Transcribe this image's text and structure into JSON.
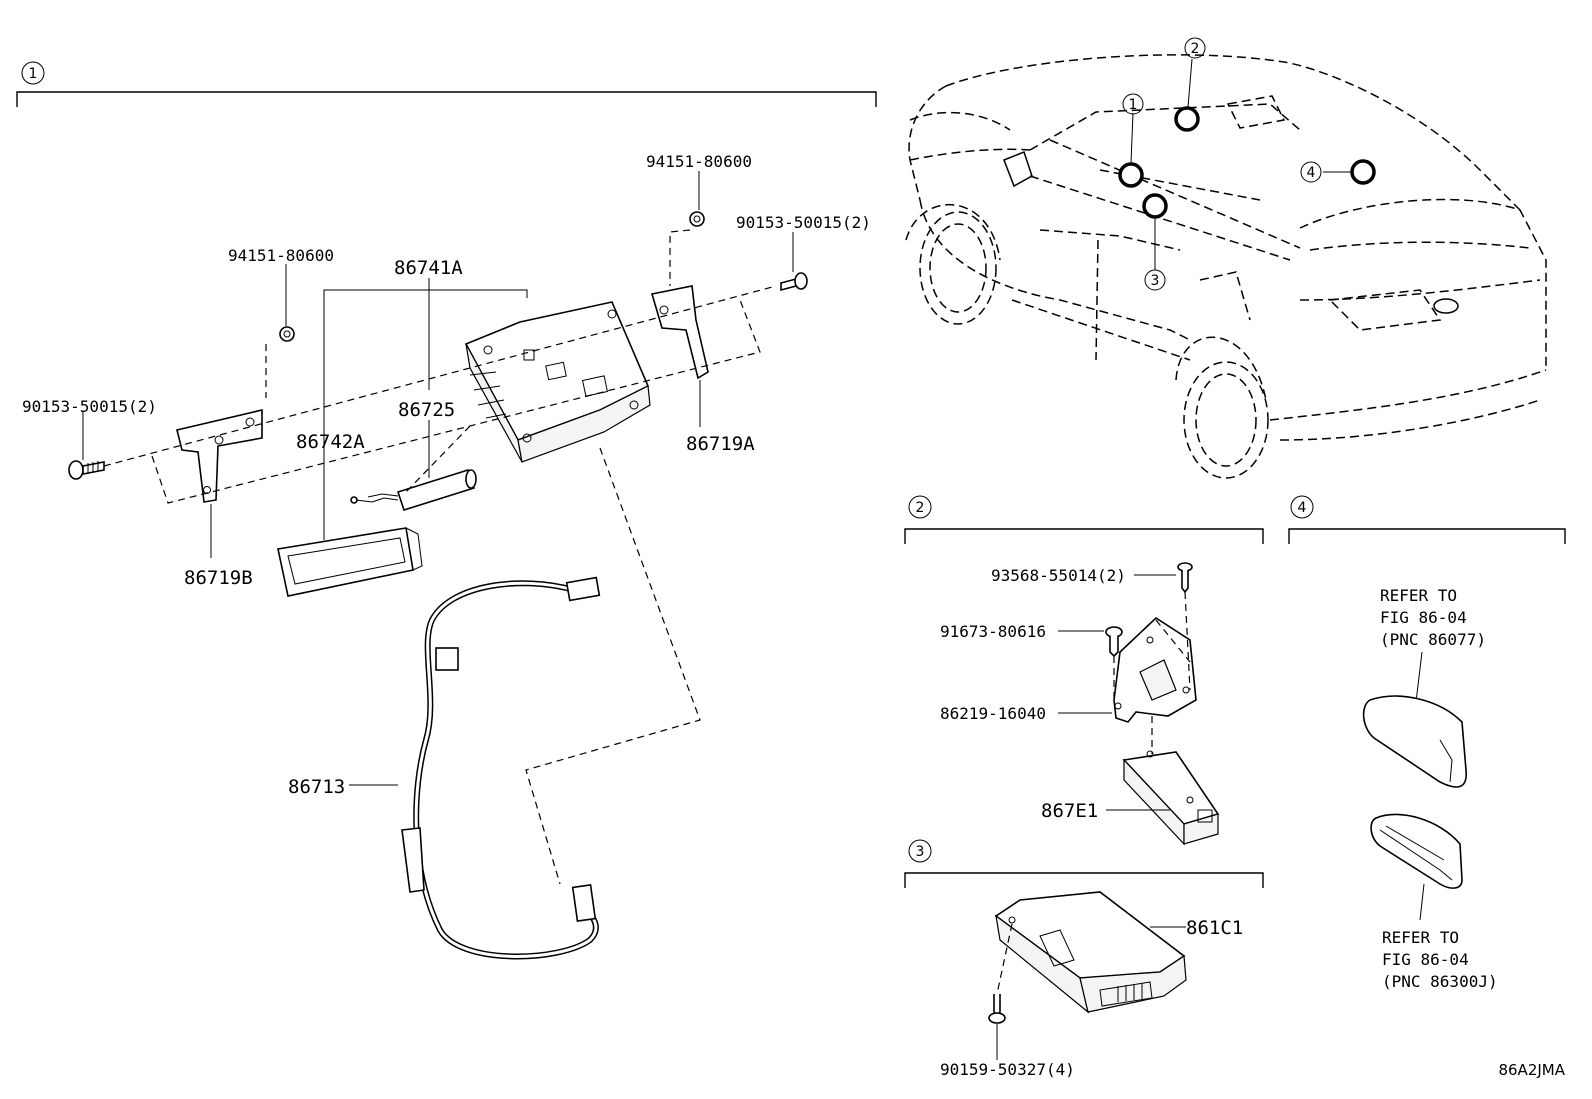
{
  "sections": {
    "s1": "1",
    "s2": "2",
    "s3": "3",
    "s4": "4"
  },
  "car_callouts": [
    "1",
    "2",
    "3",
    "4"
  ],
  "labels": {
    "l94151_a": "94151-80600",
    "l90153_a": "90153-50015(2)",
    "l94151_b": "94151-80600",
    "l90153_b": "90153-50015(2)",
    "l86741A": "86741A",
    "l86725": "86725",
    "l86742A": "86742A",
    "l86719A": "86719A",
    "l86719B": "86719B",
    "l86713": "86713",
    "l93568": "93568-55014(2)",
    "l91673": "91673-80616",
    "l86219": "86219-16040",
    "l867E1": "867E1",
    "l861C1": "861C1",
    "l90159": "90159-50327(4)"
  },
  "refer": {
    "top": [
      "REFER TO",
      "FIG 86-04",
      "(PNC 86077)"
    ],
    "bottom": [
      "REFER TO",
      "FIG 86-04",
      "(PNC 86300J)"
    ]
  },
  "diagram_code": "86A2JMA"
}
